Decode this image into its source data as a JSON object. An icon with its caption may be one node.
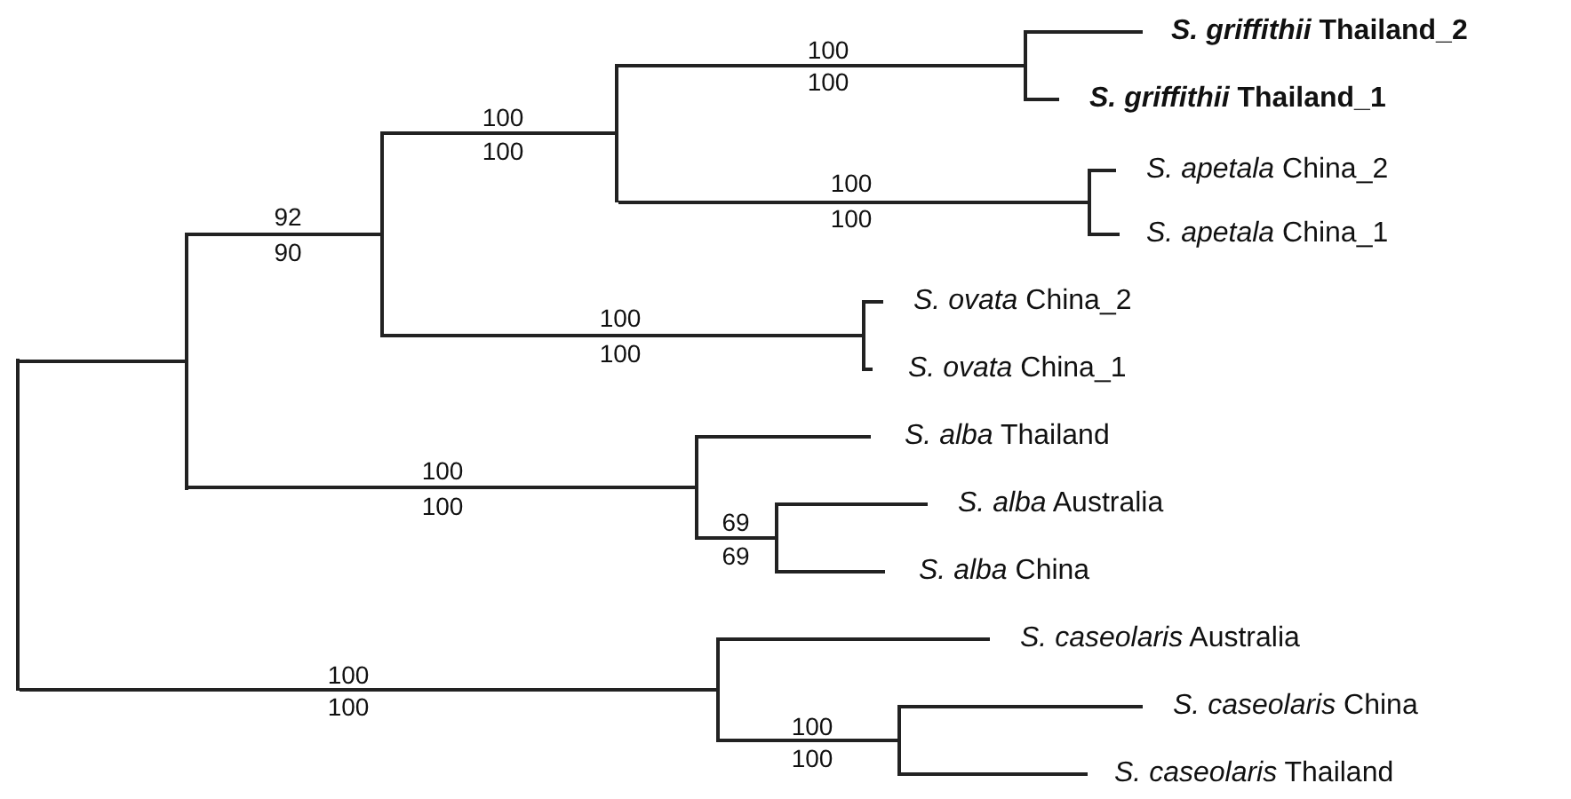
{
  "diagram": {
    "nodes": [
      {
        "text": [],
        "shape": "bar"
      },
      {
        "text": [],
        "shape": "bar"
      },
      {
        "text": [],
        "shape": "bar"
      },
      {
        "text": [],
        "shape": "bar"
      },
      {
        "text": [],
        "shape": "bar"
      },
      {
        "text": [
          "*S. griffithii* Thailand_2"
        ]
      },
      {
        "text": [
          "*S. griffithii* Thailand_1"
        ]
      },
      {
        "text": [],
        "shape": "bar"
      },
      {
        "text": [
          "*S. apetala* China_2"
        ]
      },
      {
        "text": [
          "*S. apetala* China_1"
        ]
      },
      {
        "text": [],
        "shape": "bar"
      },
      {
        "text": [
          "*S. ovata* China_2"
        ]
      },
      {
        "text": [
          "*S. ovata* China_1"
        ]
      },
      {
        "text": [],
        "shape": "bar"
      },
      {
        "text": [
          "*S. alba* Thailand"
        ]
      },
      {
        "text": [],
        "shape": "bar"
      },
      {
        "text": [
          "*S. alba* Australia"
        ]
      },
      {
        "text": [
          "*S. alba* China"
        ]
      },
      {
        "text": [],
        "shape": "bar"
      },
      {
        "text": [
          "*S. caseolaris* Australia"
        ]
      },
      {
        "text": [],
        "shape": "bar"
      },
      {
        "text": [
          "*S. caseolaris* China"
        ]
      },
      {
        "text": [
          "*S. caseolaris* Thailand"
        ]
      }
    ],
    "edges": [
      {
        "from": 0,
        "to": 1,
        "arrow": "none"
      },
      {
        "from": 1,
        "to": 2,
        "arrow": "none"
      },
      {
        "from": 2,
        "to": 3,
        "arrow": "none"
      },
      {
        "from": 3,
        "to": 4,
        "arrow": "none"
      },
      {
        "from": 4,
        "to": 5,
        "arrow": "none"
      },
      {
        "from": 4,
        "to": 6,
        "arrow": "none"
      },
      {
        "from": 3,
        "to": 7,
        "arrow": "none"
      },
      {
        "from": 7,
        "to": 8,
        "arrow": "none"
      },
      {
        "from": 7,
        "to": 9,
        "arrow": "none"
      },
      {
        "from": 2,
        "to": 10,
        "arrow": "none"
      },
      {
        "from": 10,
        "to": 11,
        "arrow": "none"
      },
      {
        "from": 10,
        "to": 12,
        "arrow": "none"
      },
      {
        "from": 1,
        "to": 13,
        "arrow": "none"
      },
      {
        "from": 13,
        "to": 14,
        "arrow": "none"
      },
      {
        "from": 13,
        "to": 15,
        "arrow": "none"
      },
      {
        "from": 15,
        "to": 16,
        "arrow": "none"
      },
      {
        "from": 15,
        "to": 17,
        "arrow": "none"
      },
      {
        "from": 0,
        "to": 18,
        "arrow": "none"
      },
      {
        "from": 18,
        "to": 19,
        "arrow": "none"
      },
      {
        "from": 18,
        "to": 20,
        "arrow": "none"
      },
      {
        "from": 20,
        "to": 21,
        "arrow": "none"
      },
      {
        "from": 20,
        "to": 22,
        "arrow": "none"
      }
    ],
    "labels": [
      "100",
      "100",
      "100",
      "100",
      "92",
      "90",
      "100",
      "100",
      "100",
      "100",
      "100",
      "100",
      "69",
      "69",
      "100",
      "100",
      "100",
      "100"
    ]
  }
}
